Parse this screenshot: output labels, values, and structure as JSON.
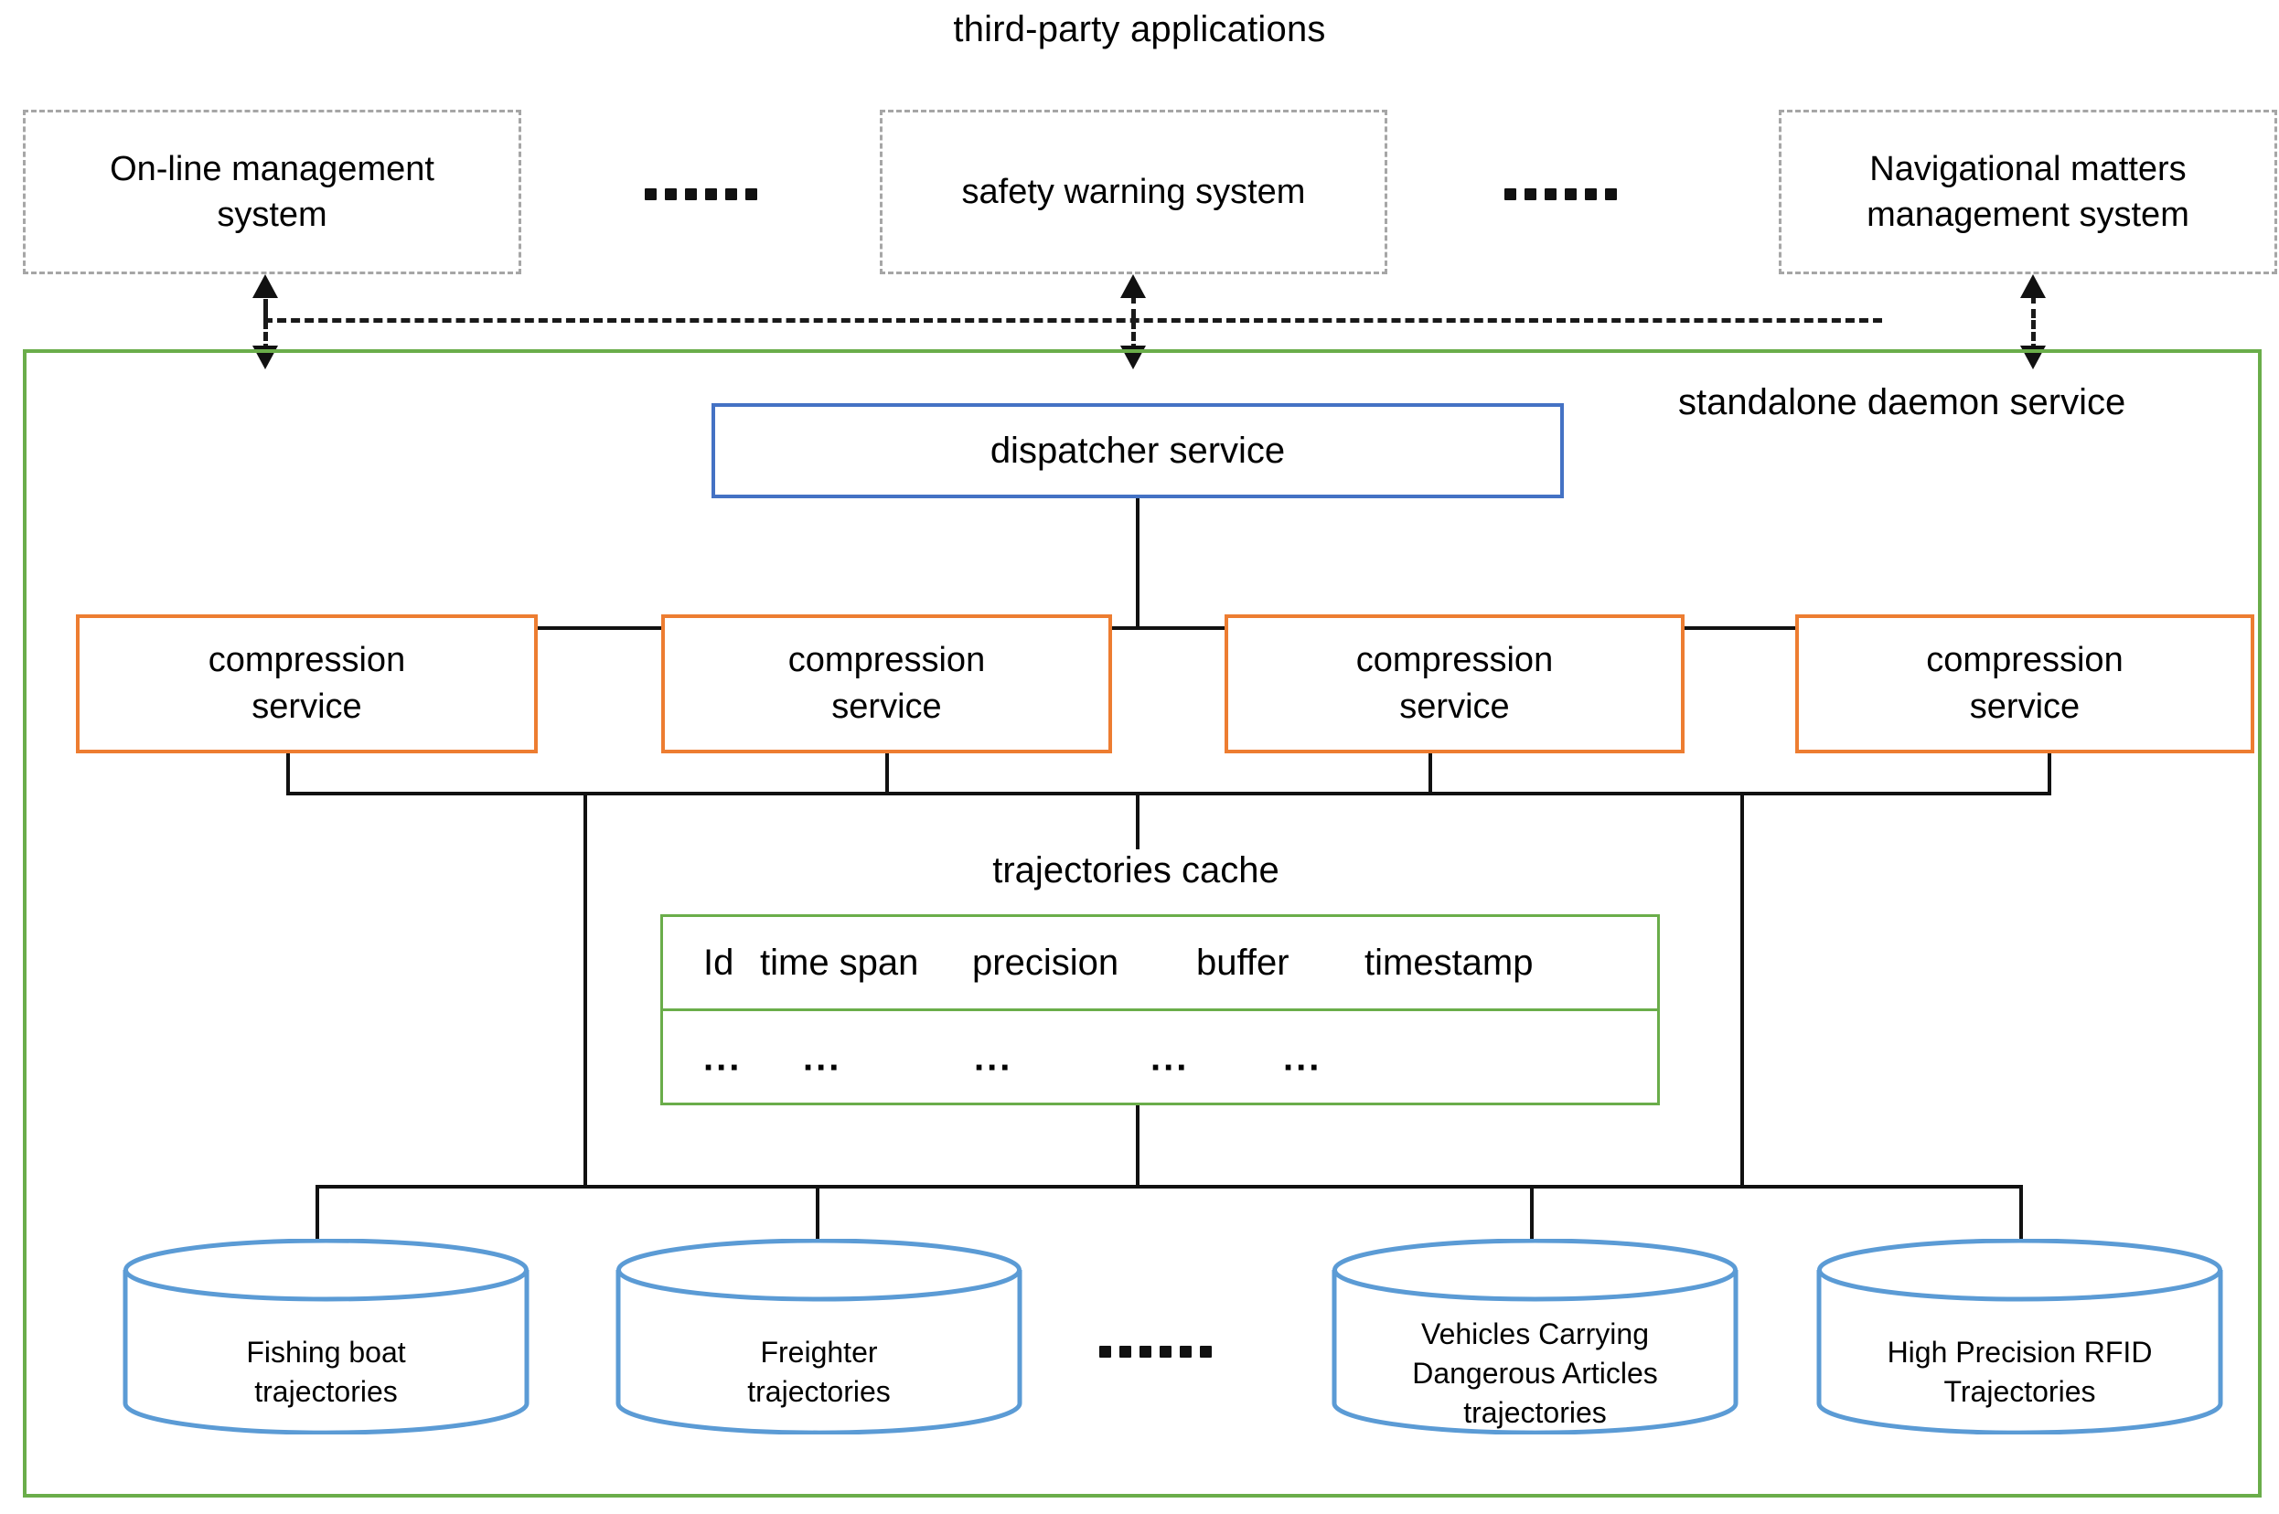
{
  "diagram": {
    "title": "third-party applications",
    "third_party_apps": [
      {
        "label": "On-line management system"
      },
      {
        "label": "safety warning system"
      },
      {
        "label": "Navigational matters management system"
      }
    ],
    "ellipsis": "......",
    "container_label": "standalone daemon service",
    "dispatcher": {
      "label": "dispatcher service"
    },
    "compression_services": [
      {
        "label": "compression service"
      },
      {
        "label": "compression service"
      },
      {
        "label": "compression service"
      },
      {
        "label": "compression service"
      }
    ],
    "cache": {
      "label": "trajectories cache",
      "columns": [
        "Id",
        "time span",
        "precision",
        "buffer",
        "timestamp"
      ],
      "rows": [
        [
          "...",
          "...",
          "...",
          "...",
          "..."
        ]
      ]
    },
    "databases": [
      {
        "label": "Fishing boat trajectories"
      },
      {
        "label": "Freighter trajectories"
      },
      {
        "label": "Vehicles Carrying Dangerous Articles trajectories"
      },
      {
        "label": "High Precision RFID Trajectories"
      }
    ],
    "colors": {
      "container_green": "#6aad4a",
      "dispatcher_blue": "#4472c4",
      "compression_orange": "#ed7d31",
      "database_blue": "#5b9bd5",
      "dashed_gray": "#a6a6a6",
      "line_black": "#111111"
    }
  }
}
